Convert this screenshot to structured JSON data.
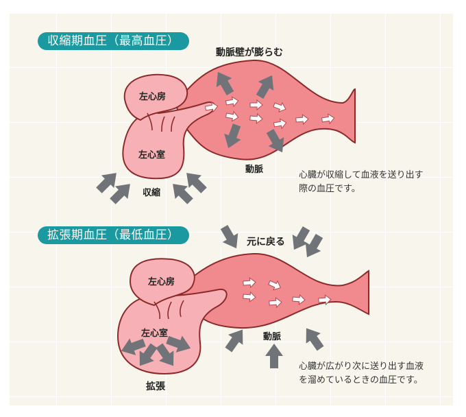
{
  "systolic": {
    "title": "収縮期血圧（最高血圧）",
    "labels": {
      "atrium": "左心房",
      "ventricle": "左心室",
      "artery": "動脈",
      "artery_wall": "動脈壁が膨らむ",
      "heart_action": "収縮"
    },
    "description": [
      "心臓が収縮して血液を送り出す",
      "際の血圧です。"
    ]
  },
  "diastolic": {
    "title": "拡張期血圧（最低血圧）",
    "labels": {
      "atrium": "左心房",
      "ventricle": "左心室",
      "artery": "動脈",
      "artery_wall": "元に戻る",
      "heart_action": "拡張"
    },
    "description": [
      "心臓が広がり次に送り出す血液",
      "を溜めているときの血圧です。"
    ]
  },
  "colors": {
    "pill": "#1a9aa0",
    "heart_fill": "#f7b1b6",
    "artery_fill": "#f08a8f",
    "outline": "#8c2a2a",
    "force_arrow": "#707478",
    "flow_arrow": "#ffffff",
    "background": "#f7f5ec"
  }
}
